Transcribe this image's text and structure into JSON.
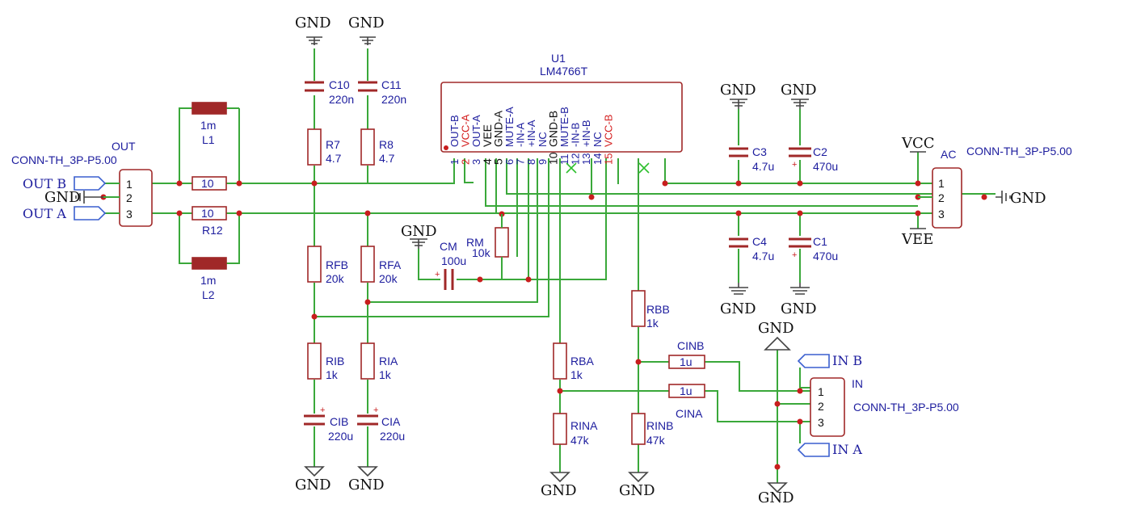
{
  "power": {
    "gnd": "GND",
    "vcc": "VCC",
    "vee": "VEE"
  },
  "u1": {
    "ref": "U1",
    "value": "LM4766T",
    "pins": [
      {
        "num": "1",
        "name": "OUT-B",
        "color": "blue"
      },
      {
        "num": "2",
        "name": "VCC-A",
        "color": "red"
      },
      {
        "num": "3",
        "name": "OUT-A",
        "color": "blue"
      },
      {
        "num": "4",
        "name": "VEE",
        "color": "black"
      },
      {
        "num": "5",
        "name": "GND-A",
        "color": "black"
      },
      {
        "num": "6",
        "name": "MUTE-A",
        "color": "blue"
      },
      {
        "num": "7",
        "name": "-IN-A",
        "color": "blue"
      },
      {
        "num": "8",
        "name": "+IN-A",
        "color": "blue"
      },
      {
        "num": "9",
        "name": "NC",
        "color": "blue"
      },
      {
        "num": "10",
        "name": "GND-B",
        "color": "black"
      },
      {
        "num": "11",
        "name": "MUTE-B",
        "color": "blue"
      },
      {
        "num": "12",
        "name": "-IN-B",
        "color": "blue"
      },
      {
        "num": "13",
        "name": "+IN-B",
        "color": "blue"
      },
      {
        "num": "14",
        "name": "NC",
        "color": "blue"
      },
      {
        "num": "15",
        "name": "VCC-B",
        "color": "red"
      }
    ]
  },
  "connectors": {
    "out": {
      "ref": "OUT",
      "value": "CONN-TH_3P-P5.00",
      "pins": [
        "1",
        "2",
        "3"
      ]
    },
    "ac": {
      "ref": "AC",
      "value": "CONN-TH_3P-P5.00",
      "pins": [
        "1",
        "2",
        "3"
      ]
    },
    "in": {
      "ref": "IN",
      "value": "CONN-TH_3P-P5.00",
      "pins": [
        "1",
        "2",
        "3"
      ]
    }
  },
  "ports": {
    "out_b": "OUT B",
    "out_a": "OUT A",
    "in_b": "IN B",
    "in_a": "IN A"
  },
  "components": {
    "c10": {
      "ref": "C10",
      "value": "220n"
    },
    "c11": {
      "ref": "C11",
      "value": "220n"
    },
    "r7": {
      "ref": "R7",
      "value": "4.7"
    },
    "r8": {
      "ref": "R8",
      "value": "4.7"
    },
    "l1": {
      "ref": "L1",
      "value": "1m"
    },
    "l2": {
      "ref": "L2",
      "value": "1m"
    },
    "r11": {
      "ref": "",
      "value": "10"
    },
    "r12": {
      "ref": "R12",
      "value": "10"
    },
    "rfb": {
      "ref": "RFB",
      "value": "20k"
    },
    "rfa": {
      "ref": "RFA",
      "value": "20k"
    },
    "rib": {
      "ref": "RIB",
      "value": "1k"
    },
    "ria": {
      "ref": "RIA",
      "value": "1k"
    },
    "cib": {
      "ref": "CIB",
      "value": "220u"
    },
    "cia": {
      "ref": "CIA",
      "value": "220u"
    },
    "cm": {
      "ref": "CM",
      "value": "100u"
    },
    "rm": {
      "ref": "RM",
      "value": "10k"
    },
    "c3": {
      "ref": "C3",
      "value": "4.7u"
    },
    "c2": {
      "ref": "C2",
      "value": "470u"
    },
    "c4": {
      "ref": "C4",
      "value": "4.7u"
    },
    "c1": {
      "ref": "C1",
      "value": "470u"
    },
    "rbb": {
      "ref": "RBB",
      "value": "1k"
    },
    "rba": {
      "ref": "RBA",
      "value": "1k"
    },
    "rina": {
      "ref": "RINA",
      "value": "47k"
    },
    "rinb": {
      "ref": "RINB",
      "value": "47k"
    },
    "cinb": {
      "ref": "CINB",
      "value": "1u"
    },
    "cina": {
      "ref": "CINA",
      "value": "1u"
    }
  }
}
